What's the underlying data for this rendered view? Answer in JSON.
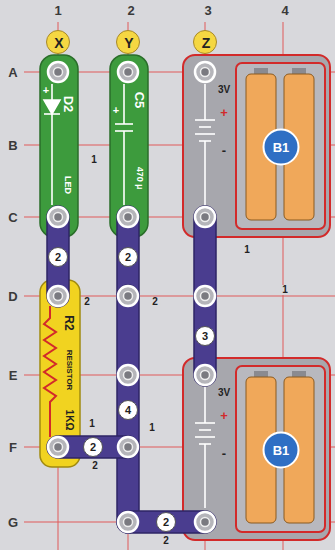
{
  "diagram": {
    "nodes": [
      {
        "text": [
          "X"
        ]
      },
      {
        "text": [
          "Y"
        ]
      },
      {
        "text": [
          "Z"
        ]
      },
      {
        "text": [
          "D2",
          "+",
          "LED"
        ]
      },
      {
        "text": [
          "C5",
          "+",
          "470 µ"
        ]
      },
      {
        "text": [
          "3V",
          "+",
          "-",
          "B1"
        ]
      },
      {
        "text": [
          "2"
        ]
      },
      {
        "text": [
          "2"
        ]
      },
      {
        "text": [
          "R2",
          "RESISTOR",
          "1KΩ"
        ]
      },
      {
        "text": [
          "3"
        ]
      },
      {
        "text": [
          "4"
        ]
      },
      {
        "text": [
          "3V",
          "+",
          "-",
          "B1"
        ]
      },
      {
        "text": [
          "2"
        ]
      },
      {
        "text": [
          "2"
        ]
      }
    ],
    "labels": [
      "1",
      "2",
      "3",
      "4",
      "A",
      "B",
      "C",
      "D",
      "E",
      "F",
      "G",
      "1",
      "2",
      "2",
      "1",
      "1",
      "1",
      "1",
      "2",
      "2"
    ]
  }
}
